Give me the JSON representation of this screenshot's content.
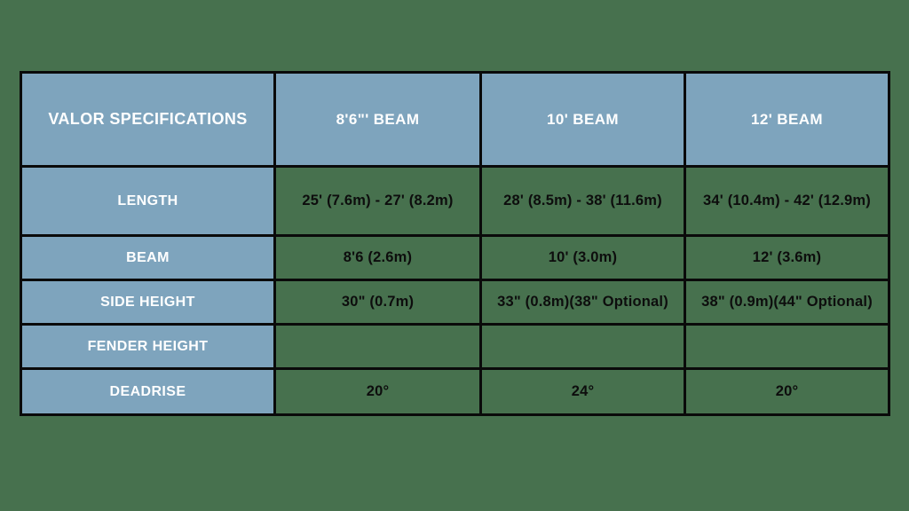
{
  "page": {
    "background_color": "#47714E"
  },
  "table": {
    "title": "VALOR SPECIFICATIONS",
    "columns": [
      "8'6\"' BEAM",
      "10' BEAM",
      "12' BEAM"
    ],
    "rows": [
      {
        "label": "LENGTH",
        "values": [
          "25' (7.6m) - 27' (8.2m)",
          "28' (8.5m) - 38' (11.6m)",
          "34' (10.4m) - 42' (12.9m)"
        ]
      },
      {
        "label": "BEAM",
        "values": [
          "8'6 (2.6m)",
          "10' (3.0m)",
          "12' (3.6m)"
        ]
      },
      {
        "label": "SIDE HEIGHT",
        "values": [
          "30\" (0.7m)",
          "33\" (0.8m)(38\" Optional)",
          "38\" (0.9m)(44\" Optional)"
        ]
      },
      {
        "label": "FENDER HEIGHT",
        "values": [
          "",
          "",
          ""
        ]
      },
      {
        "label": "DEADRISE",
        "values": [
          "20°",
          "24°",
          "20°"
        ]
      }
    ],
    "colors": {
      "background": "#47714E",
      "header_cell_bg": "#7EA4BD",
      "border": "#0A0A0A",
      "header_text": "#FFFFFF",
      "value_text": "#0D0D0D"
    }
  }
}
